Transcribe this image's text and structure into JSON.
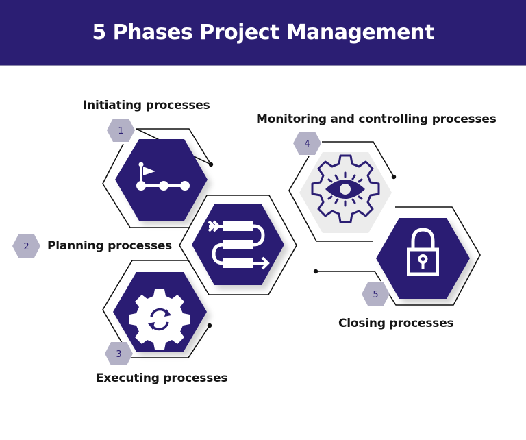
{
  "title": "5 Phases Project Management",
  "colors": {
    "header_bg": "#2b1e73",
    "hex_fill": "#2b1e73",
    "hex_fill_light": "#ececec",
    "badge": "#b3b1c6",
    "outline": "#111111",
    "icon": "#ffffff"
  },
  "phases": [
    {
      "number": "1",
      "label": "Initiating processes",
      "icon": "flag-milestone-icon"
    },
    {
      "number": "2",
      "label": "Planning processes",
      "icon": "workflow-arrows-icon"
    },
    {
      "number": "3",
      "label": "Executing processes",
      "icon": "gear-refresh-icon"
    },
    {
      "number": "4",
      "label": "Monitoring and controlling processes",
      "icon": "gear-eye-icon"
    },
    {
      "number": "5",
      "label": "Closing processes",
      "icon": "padlock-icon"
    }
  ]
}
